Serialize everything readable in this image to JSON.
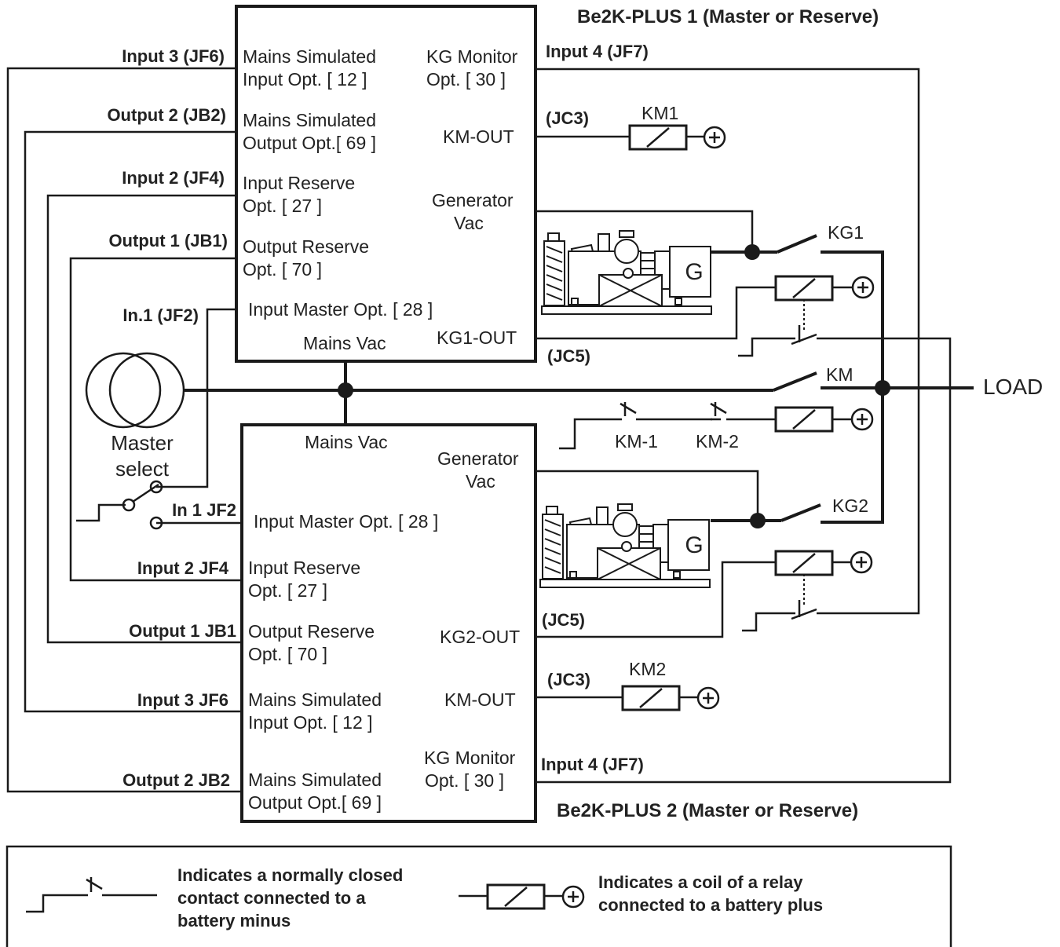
{
  "controller1": {
    "title": "Be2K-PLUS 1  (Master or Reserve)",
    "mains_sim_input": [
      "Mains Simulated",
      "Input Opt. [ 12 ]"
    ],
    "mains_sim_output": [
      "Mains Simulated",
      "Output  Opt.[ 69 ]"
    ],
    "input_reserve": [
      "Input Reserve",
      "Opt. [ 27 ]"
    ],
    "output_reserve": [
      "Output Reserve",
      "Opt. [ 70 ]"
    ],
    "input_master": "Input Master Opt. [ 28 ]",
    "mains_vac": "Mains Vac",
    "kg_monitor": [
      "KG Monitor",
      "Opt. [ 30 ]"
    ],
    "km_out": "KM-OUT",
    "generator_vac": [
      "Generator",
      "Vac"
    ],
    "kg_out": "KG1-OUT"
  },
  "controller2": {
    "title": "Be2K-PLUS 2 (Master or Reserve)",
    "mains_vac": "Mains Vac",
    "input_master": "Input Master Opt. [ 28 ]",
    "input_reserve": [
      "Input Reserve",
      "Opt. [ 27 ]"
    ],
    "output_reserve": [
      "Output Reserve",
      "Opt. [ 70 ]"
    ],
    "mains_sim_input": [
      "Mains Simulated",
      "Input Opt. [ 12 ]"
    ],
    "mains_sim_output": [
      "Mains Simulated",
      "Output  Opt.[ 69 ]"
    ],
    "generator_vac": [
      "Generator",
      "Vac"
    ],
    "kg_out": "KG2-OUT",
    "km_out": "KM-OUT",
    "kg_monitor": [
      "KG Monitor",
      "Opt. [ 30 ]"
    ]
  },
  "wire_labels": {
    "c1_input3": "Input 3 (JF6)",
    "c1_output2": "Output 2 (JB2)",
    "c1_input2": "Input 2 (JF4)",
    "c1_output1": "Output 1 (JB1)",
    "c1_in1": "In.1 (JF2)",
    "c1_input4": "Input 4 (JF7)",
    "c1_jc3": "(JC3)",
    "c1_jc5": "(JC5)",
    "c2_in1": "In 1 JF2",
    "c2_input2": "Input 2 JF4",
    "c2_output1": "Output 1 JB1",
    "c2_input3": "Input 3 JF6",
    "c2_output2": "Output 2 JB2",
    "c2_jc5": "(JC5)",
    "c2_jc3": "(JC3)",
    "c2_input4": "Input 4 (JF7)"
  },
  "components": {
    "km1": "KM1",
    "km2": "KM2",
    "kg1": "KG1",
    "kg2": "KG2",
    "km": "KM",
    "km_1": "KM-1",
    "km_2": "KM-2",
    "load": "LOAD",
    "master_select": [
      "Master",
      "select"
    ],
    "generator_mark": "G"
  },
  "legend": {
    "contact_desc": [
      "Indicates a normally closed",
      "contact connected to a",
      "battery minus"
    ],
    "coil_desc": [
      "Indicates a coil of a relay",
      "connected to a battery plus"
    ]
  }
}
